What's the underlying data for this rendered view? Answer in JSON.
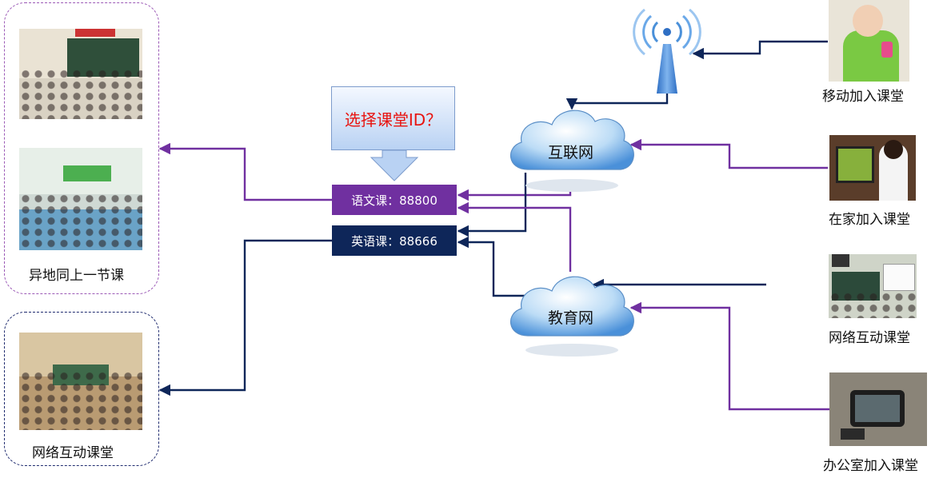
{
  "callout": {
    "text": "选择课堂ID？"
  },
  "classrooms": {
    "chinese": "语文课：88800",
    "english": "英语课：88666"
  },
  "clouds": {
    "internet": "互联网",
    "education": "教育网"
  },
  "left_groups": {
    "top_label": "异地同上一节课",
    "bottom_label": "网络互动课堂"
  },
  "right_sources": {
    "mobile": "移动加入课堂",
    "home": "在家加入课堂",
    "network_classroom": "网络互动课堂",
    "office": "办公室加入课堂"
  },
  "colors": {
    "purple": "#7030a0",
    "navy": "#0e2659",
    "callout_text": "#e8130f",
    "cloud_blue": "#4a90d9"
  }
}
